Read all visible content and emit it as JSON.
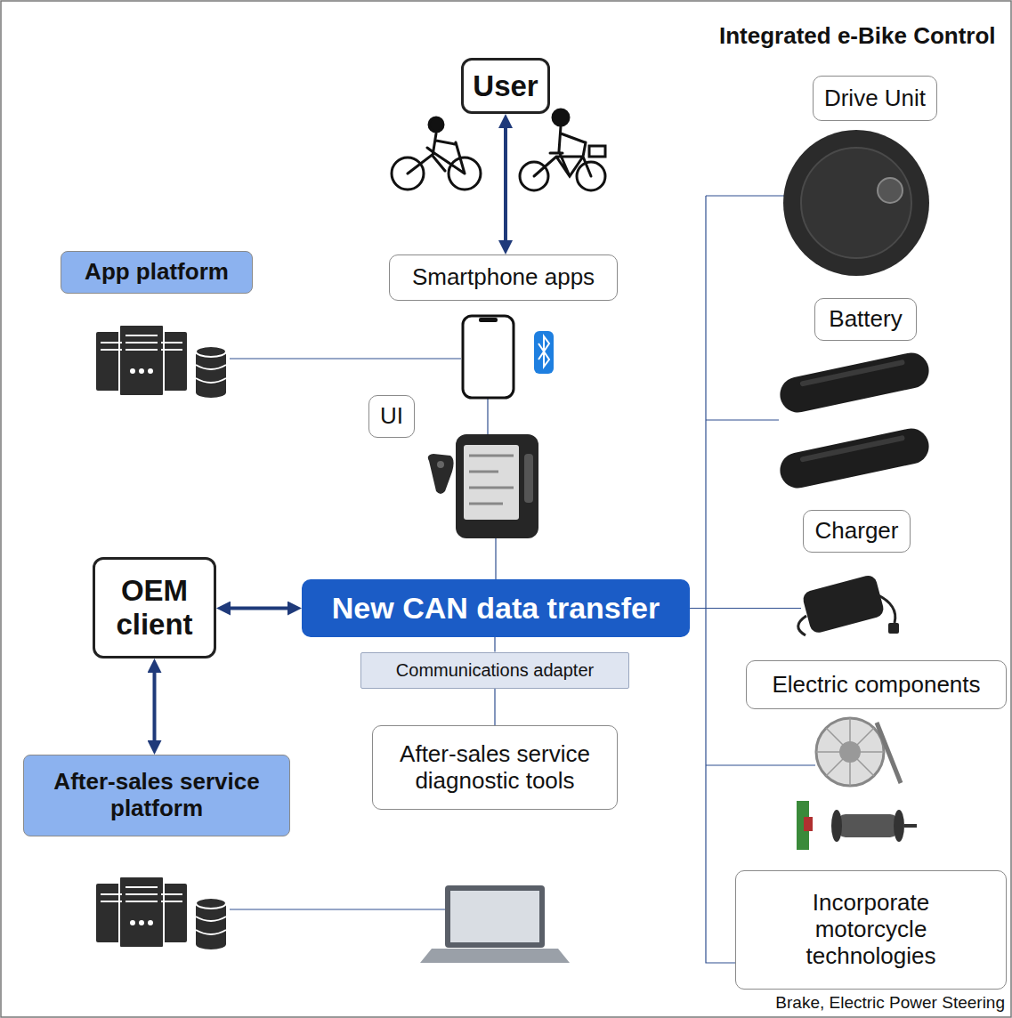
{
  "diagram": {
    "title": "Integrated e-Bike Control",
    "nodes": [
      {
        "text": [
          "User"
        ]
      },
      {
        "text": [
          "App platform"
        ]
      },
      {
        "text": [
          "Smartphone apps"
        ]
      },
      {
        "text": [
          "UI"
        ]
      },
      {
        "text": [
          "OEM client"
        ]
      },
      {
        "text": [
          "New CAN data transfer"
        ]
      },
      {
        "text": [
          "Communications adapter"
        ]
      },
      {
        "text": [
          "After-sales service platform"
        ]
      },
      {
        "text": [
          "After-sales service diagnostic tools"
        ]
      },
      {
        "text": [
          "Drive Unit"
        ]
      },
      {
        "text": [
          "Battery"
        ]
      },
      {
        "text": [
          "Charger"
        ]
      },
      {
        "text": [
          "Electric components"
        ]
      },
      {
        "text": [
          "Incorporate motorcycle technologies"
        ]
      }
    ],
    "edges": [
      {
        "from": 0,
        "to": 2,
        "arrow": "both"
      },
      {
        "from": 4,
        "to": 5,
        "arrow": "both"
      },
      {
        "from": 4,
        "to": 7,
        "arrow": "both"
      },
      {
        "from": 5,
        "to": 6,
        "arrow": "none"
      },
      {
        "from": 6,
        "to": 8,
        "arrow": "none"
      },
      {
        "from": 5,
        "to": 13,
        "arrow": "none"
      }
    ],
    "labels": [
      "Brake, Electric Power Steering"
    ]
  }
}
